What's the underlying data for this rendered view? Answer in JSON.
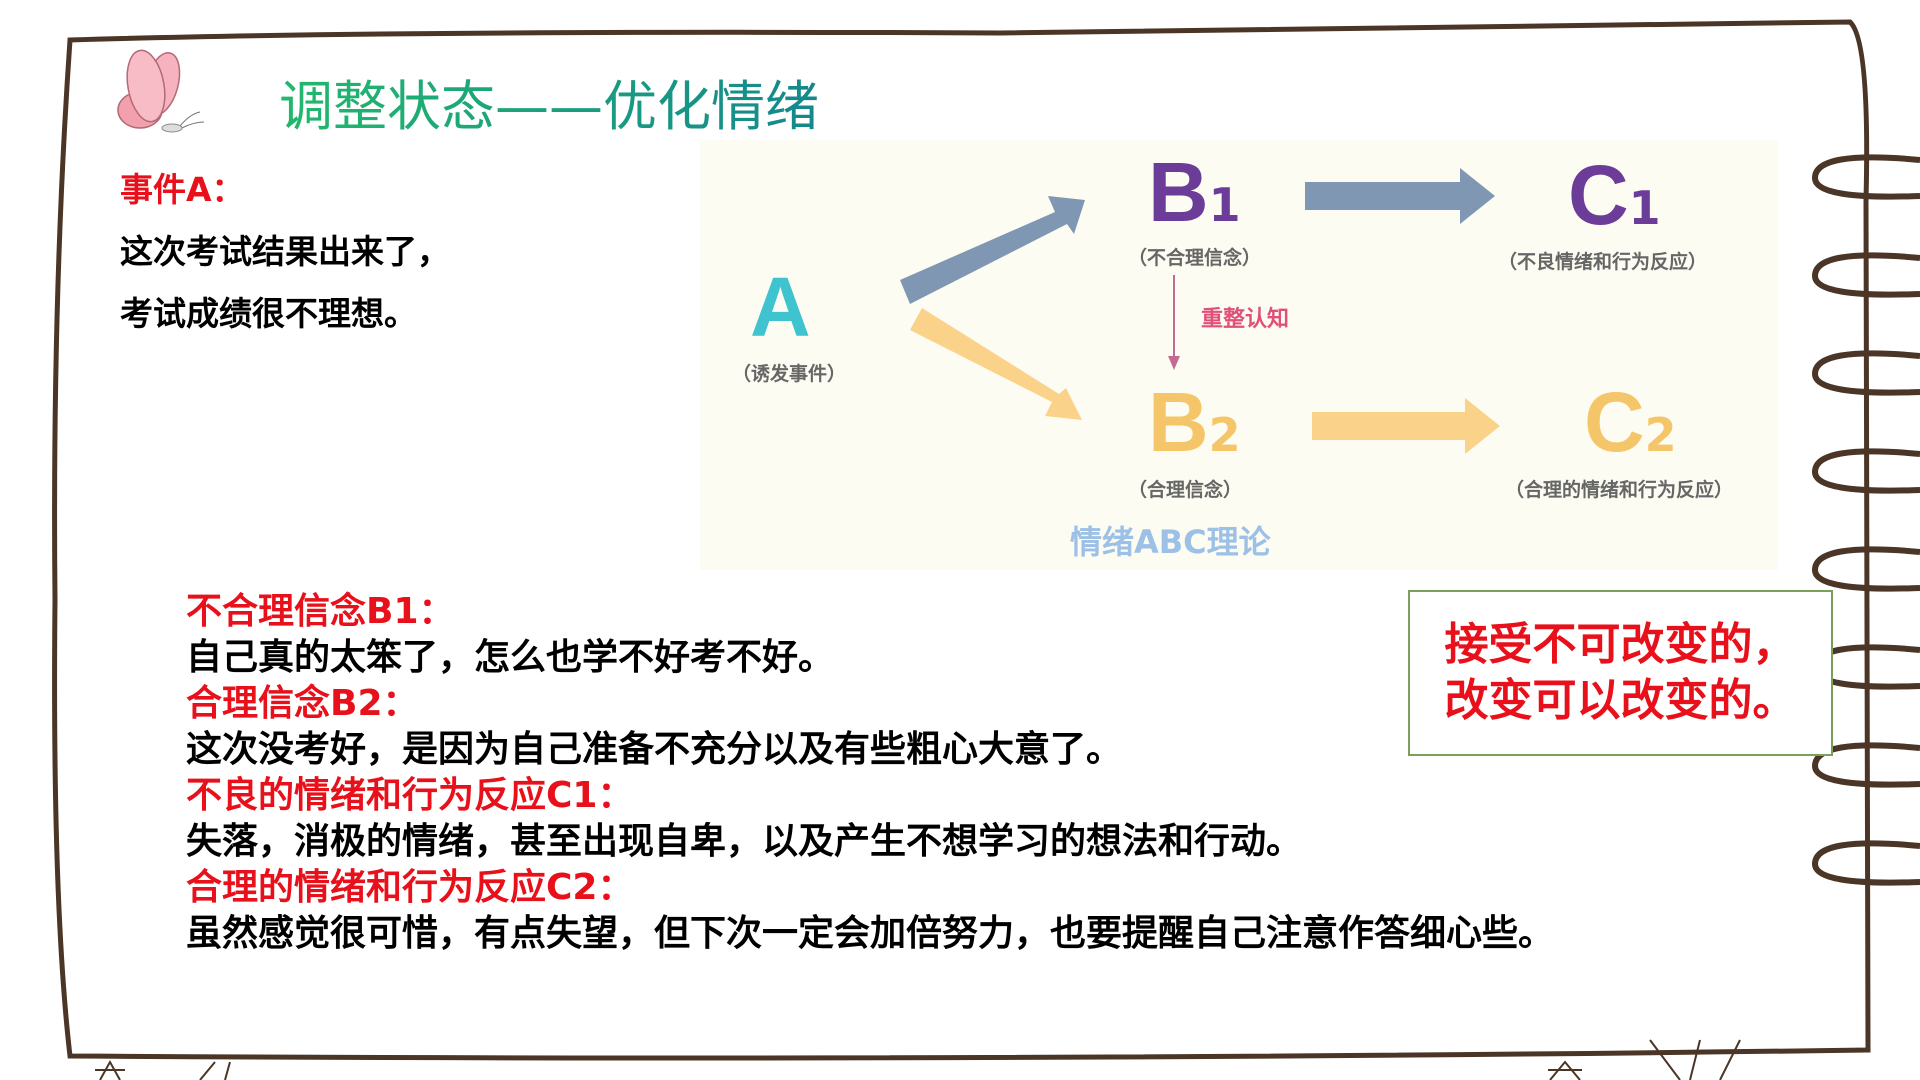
{
  "title": "调整状态——优化情绪",
  "diagram": {
    "a_letter": "A",
    "a_caption": "（诱发事件）",
    "b1_letter": "B",
    "b1_sub": "1",
    "b1_caption": "（不合理信念）",
    "c1_letter": "C",
    "c1_sub": "1",
    "c1_caption": "（不良情绪和行为反应）",
    "b2_letter": "B",
    "b2_sub": "2",
    "b2_caption": "（合理信念）",
    "c2_letter": "C",
    "c2_sub": "2",
    "c2_caption": "（合理的情绪和行为反应）",
    "reframe_label": "重整认知",
    "theory_label": "情绪ABC理论",
    "colors": {
      "a": "#3ec3cf",
      "b1": "#6b3c98",
      "b2": "#f5c56a",
      "blue_arrow": "#7f97b3",
      "orange_arrow": "#fbd28a",
      "reframe": "#e0507a"
    }
  },
  "event": {
    "heading": "事件A：",
    "lines": [
      "这次考试结果出来了，",
      "考试成绩很不理想。"
    ]
  },
  "beliefs": {
    "b1_heading": "不合理信念B1：",
    "b2_heading": "合理信念B2：",
    "b1_text": "自己真的太笨了，怎么也学不好考不好。",
    "b2_text": "这次没考好，是因为自己准备不充分以及有些粗心大意了。"
  },
  "consequences": {
    "c1_heading": "不良的情绪和行为反应C1：",
    "c2_heading": "合理的情绪和行为反应C2：",
    "c1_text": "失落，消极的情绪，甚至出现自卑，以及产生不想学习的想法和行动。",
    "c2_text": "虽然感觉很可惜，有点失望，但下次一定会加倍努力，也要提醒自己注意作答细心些。"
  },
  "callout": {
    "line1": "接受不可改变的，",
    "line2": "改变可以改变的。"
  },
  "colors": {
    "accent_red": "#e8101a",
    "title_green": "#22b86c",
    "frame_brown": "#4a3526",
    "box_border": "#7aa05a"
  }
}
